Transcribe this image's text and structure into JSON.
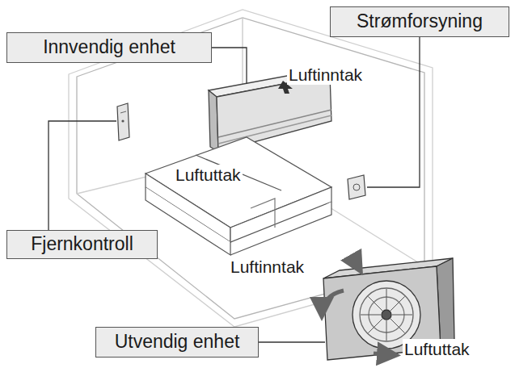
{
  "diagram": {
    "nodes": [
      {
        "text": [
          "Innvendig enhet"
        ]
      },
      {
        "text": [
          "Strømforsyning"
        ]
      },
      {
        "text": [
          "Fjernkontroll"
        ]
      },
      {
        "text": [
          "Utvendig enhet"
        ]
      }
    ],
    "edges": [],
    "labels": [
      "Luftinntak",
      "Luftuttak",
      "Luftinntak",
      "Luftuttak"
    ]
  }
}
